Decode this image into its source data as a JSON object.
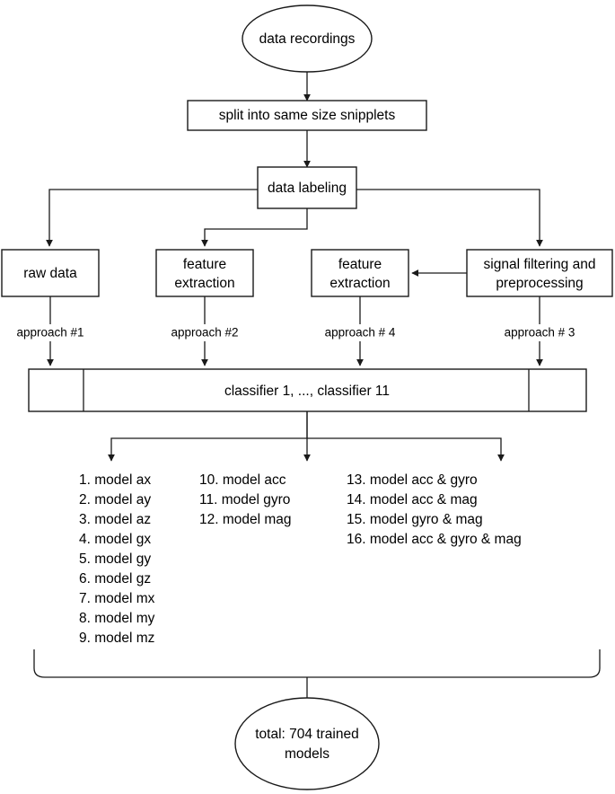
{
  "diagram": {
    "title": "data recordings processing and model training flowchart",
    "colors": {
      "stroke": "#1a1a1a",
      "fill": "#ffffff",
      "text": "#000000"
    },
    "nodes": {
      "start": {
        "label": "data recordings",
        "shape": "ellipse"
      },
      "split": {
        "label": "split into same size snipplets",
        "shape": "rect"
      },
      "labeling": {
        "label": "data labeling",
        "shape": "rect"
      },
      "raw_data": {
        "label": "raw data",
        "shape": "rect"
      },
      "feature_extraction_a": {
        "line1": "feature",
        "line2": "extraction",
        "shape": "rect"
      },
      "feature_extraction_b": {
        "line1": "feature",
        "line2": "extraction",
        "shape": "rect"
      },
      "signal_filtering": {
        "line1": "signal filtering and",
        "line2": "preprocessing",
        "shape": "rect"
      },
      "classifier_bar": {
        "label": "classifier 1, ..., classifier 11",
        "shape": "rect"
      },
      "end": {
        "line1": "total: 704 trained",
        "line2": "models",
        "shape": "ellipse"
      }
    },
    "edge_labels": {
      "approach1": "approach #1",
      "approach2": "approach #2",
      "approach4": "approach # 4",
      "approach3": "approach # 3"
    },
    "model_columns": [
      {
        "name": "column-1",
        "items": [
          "1. model ax",
          "2. model ay",
          "3. model az",
          "4. model gx",
          "5. model gy",
          "6. model gz",
          "7. model mx",
          "8. model my",
          "9. model mz"
        ]
      },
      {
        "name": "column-2",
        "items": [
          "10. model acc",
          "11. model gyro",
          "12. model mag"
        ]
      },
      {
        "name": "column-3",
        "items": [
          "13. model acc & gyro",
          "14. model acc & mag",
          "15. model gyro & mag",
          "16. model acc & gyro & mag"
        ]
      }
    ]
  }
}
